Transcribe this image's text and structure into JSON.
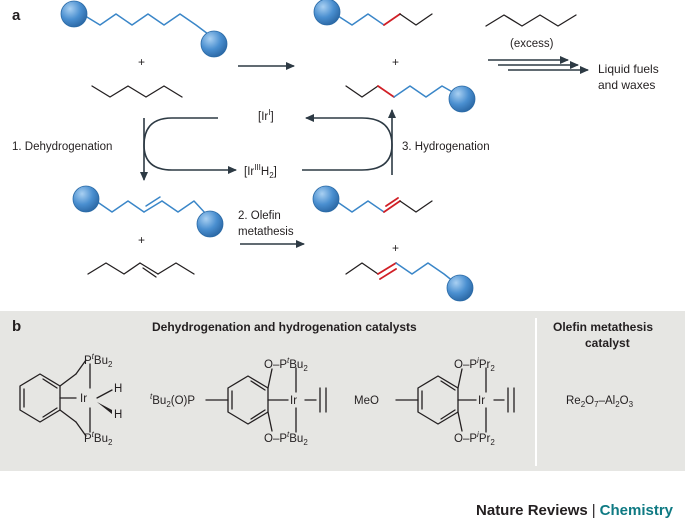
{
  "panel_a": {
    "letter": "a",
    "plus": "+",
    "excess": "(excess)",
    "products_line1": "Liquid fuels",
    "products_line2": "and waxes",
    "ir1": "[Ir",
    "ir1_sup": "I",
    "ir1_close": "]",
    "ir3": "[Ir",
    "ir3_sup": "III",
    "ir3_h": "H",
    "ir3_sub": "2",
    "ir3_close": "]",
    "step1": "1. Dehydrogenation",
    "step2_line1": "2. Olefin",
    "step2_line2": "metathesis",
    "step3": "3. Hydrogenation",
    "colors": {
      "sphere": "#4a8fd0",
      "chain": "#3a86c8",
      "new_bond": "#d11f26"
    }
  },
  "panel_b": {
    "letter": "b",
    "header_left": "Dehydrogenation and hydrogenation catalysts",
    "header_right_line1": "Olefin metathesis",
    "header_right_line2": "catalyst",
    "background": "#e6e6e3",
    "cat1": {
      "p_top": "P",
      "p_sup": "t",
      "bu": "Bu",
      "two": "2",
      "ir": "Ir",
      "h": "H"
    },
    "cat2": {
      "left_group": "Bu",
      "left_sup": "t",
      "left_rest": "(O)P",
      "o": "O",
      "p": "P",
      "ir": "Ir"
    },
    "cat3": {
      "meo": "MeO",
      "pr": "Pr",
      "pr_sup": "i"
    },
    "metathesis": {
      "re": "Re",
      "re_sub": "2",
      "o": "O",
      "o_sub": "7",
      "dash": "–Al",
      "al_sub": "2",
      "o3": "O",
      "o3_sub": "3"
    }
  },
  "footer": {
    "journal": "Nature Reviews",
    "separator": "|",
    "subject": "Chemistry"
  }
}
